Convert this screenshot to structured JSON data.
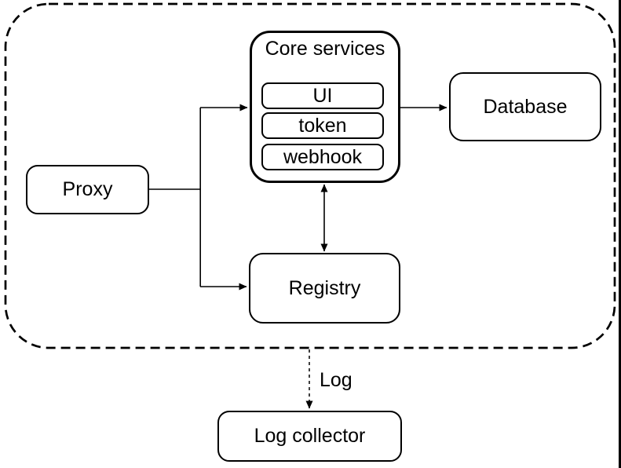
{
  "diagram": {
    "background_color": "#ffffff",
    "stroke_color": "#000000",
    "boundary": {
      "type": "dashed-rounded-rectangle",
      "description": "system boundary enclosing Proxy, Core services, Database and Registry"
    },
    "nodes": {
      "proxy": {
        "label": "Proxy"
      },
      "core": {
        "label": "Core services",
        "children": [
          "UI",
          "token",
          "webhook"
        ]
      },
      "ui": {
        "label": "UI"
      },
      "token": {
        "label": "token"
      },
      "webhook": {
        "label": "webhook"
      },
      "database": {
        "label": "Database"
      },
      "registry": {
        "label": "Registry"
      },
      "log_collector": {
        "label": "Log collector"
      }
    },
    "edges": [
      {
        "from": "proxy",
        "to": "core",
        "type": "arrow",
        "style": "solid",
        "label": ""
      },
      {
        "from": "proxy",
        "to": "registry",
        "type": "arrow",
        "style": "solid",
        "label": ""
      },
      {
        "from": "core",
        "to": "database",
        "type": "arrow",
        "style": "solid",
        "label": ""
      },
      {
        "from": "core",
        "to": "registry",
        "type": "double-arrow",
        "style": "solid",
        "label": ""
      },
      {
        "from": "boundary",
        "to": "log_collector",
        "type": "arrow",
        "style": "dashed",
        "label": "Log"
      }
    ]
  }
}
